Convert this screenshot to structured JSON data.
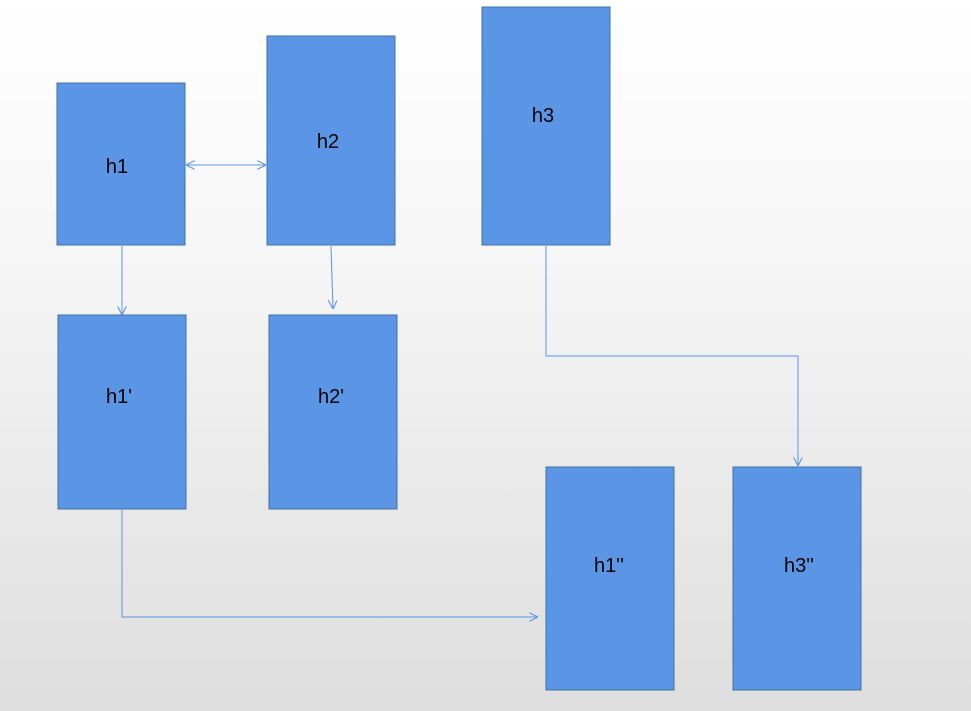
{
  "colors": {
    "node_fill": "#5b96e6",
    "node_border": "#41719c",
    "edge": "#5b96e6"
  },
  "nodes": [
    {
      "id": "h1",
      "label": "h1"
    },
    {
      "id": "h2",
      "label": "h2"
    },
    {
      "id": "h3",
      "label": "h3"
    },
    {
      "id": "h1p",
      "label": "h1'"
    },
    {
      "id": "h2p",
      "label": "h2'"
    },
    {
      "id": "h1pp",
      "label": "h1''"
    },
    {
      "id": "h3pp",
      "label": "h3''"
    }
  ],
  "edges": [
    {
      "from": "h1",
      "to": "h2",
      "bidirectional": true
    },
    {
      "from": "h1",
      "to": "h1p",
      "bidirectional": false
    },
    {
      "from": "h2",
      "to": "h2p",
      "bidirectional": false
    },
    {
      "from": "h3",
      "to": "h3pp",
      "bidirectional": false
    },
    {
      "from": "h1p",
      "to": "h1pp",
      "bidirectional": false
    }
  ]
}
